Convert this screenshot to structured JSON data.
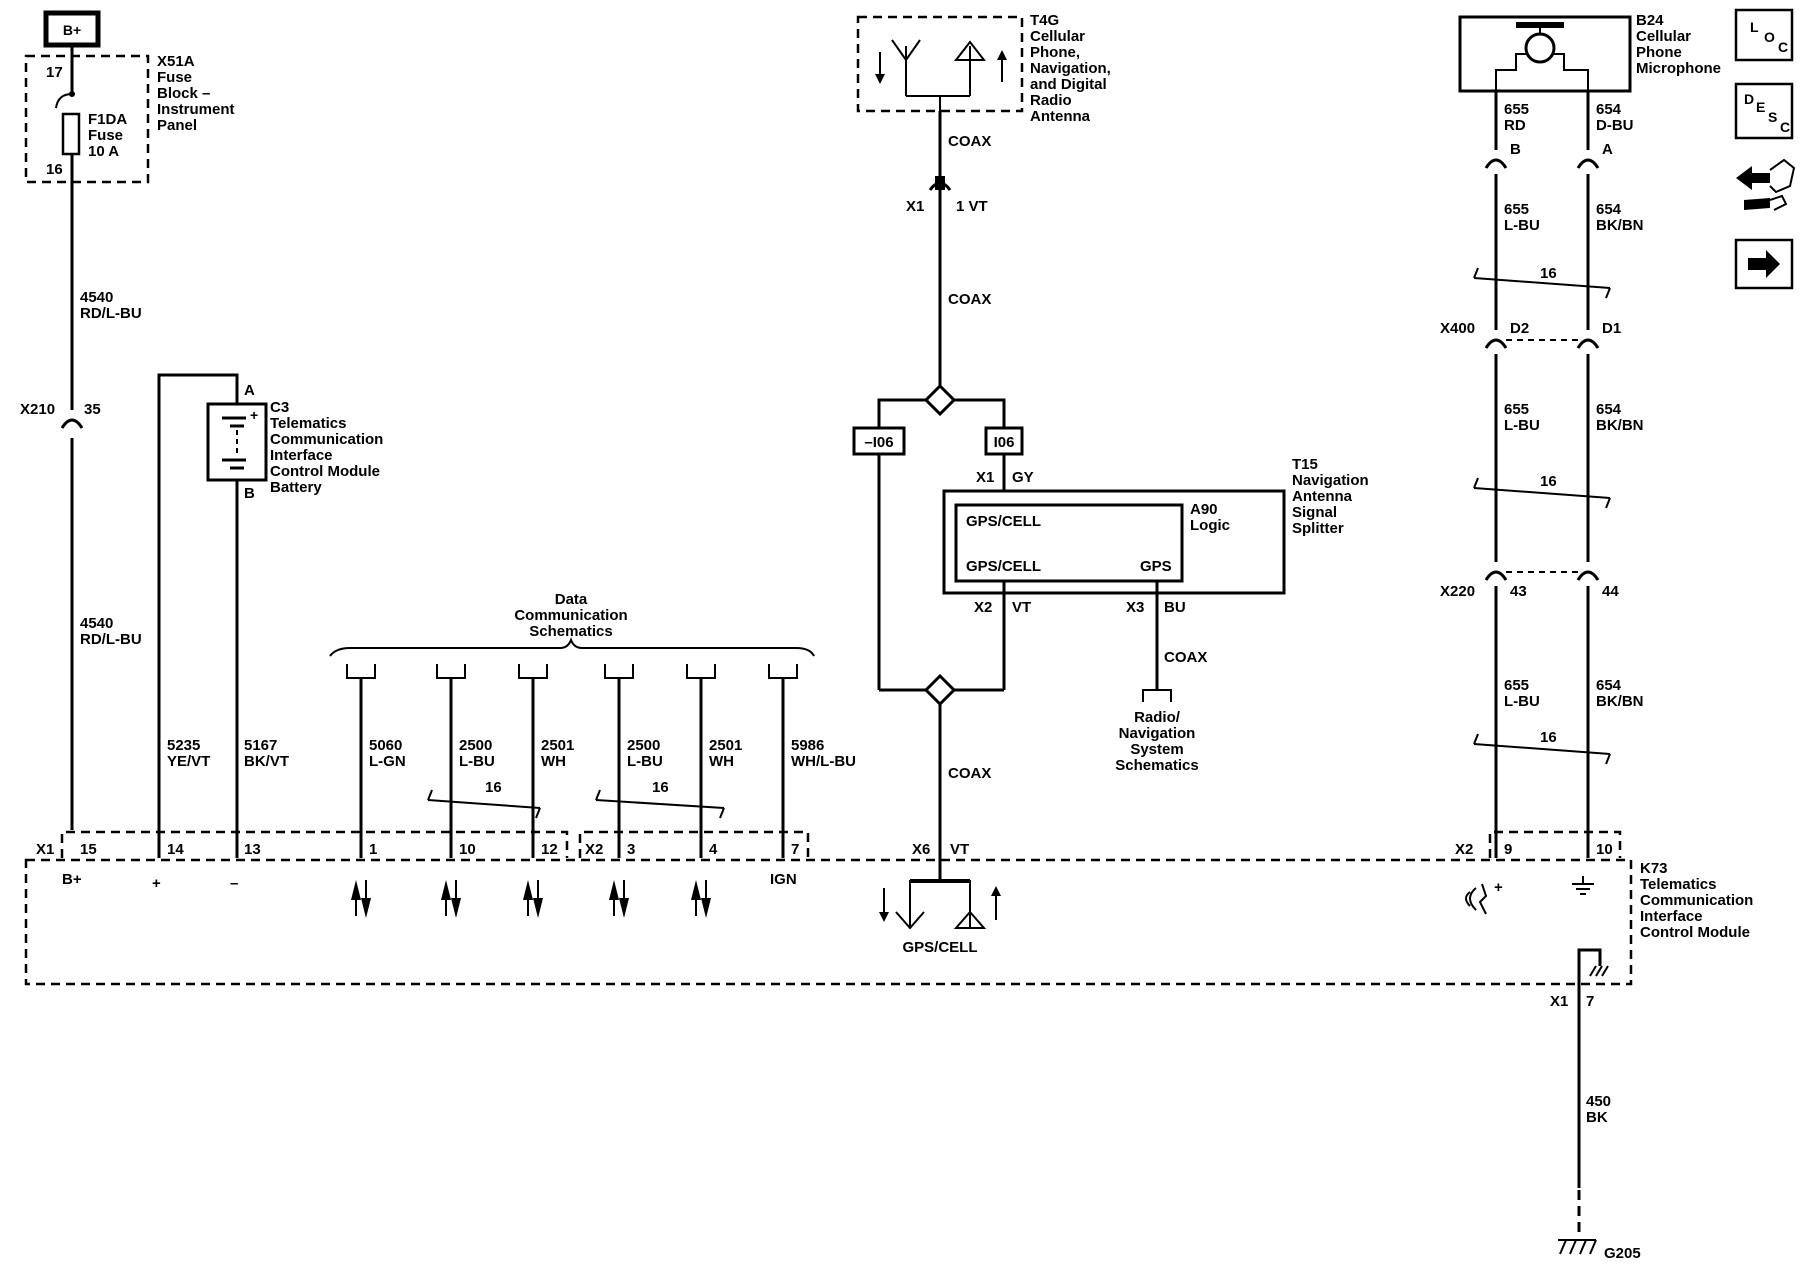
{
  "fuse": {
    "bplus": "B+",
    "block_id": "X51A",
    "block_name": [
      "Fuse",
      "Block –",
      "Instrument",
      "Panel"
    ],
    "pin_in": "17",
    "pin_out": "16",
    "fuse_id": "F1DA",
    "fuse_word": "Fuse",
    "fuse_rating": "10 A"
  },
  "left_wire": {
    "circuit": "4540",
    "color": "RD/L-BU",
    "conn": "X210",
    "conn_pin": "35"
  },
  "battery": {
    "id": "C3",
    "name": [
      "Telematics",
      "Communication",
      "Interface",
      "Control Module",
      "Battery"
    ],
    "pin_a": "A",
    "pin_b": "B",
    "plus_circuit": "5235",
    "plus_color": "YE/VT",
    "minus_circuit": "5167",
    "minus_color": "BK/VT"
  },
  "data_comm": {
    "title": [
      "Data",
      "Communication",
      "Schematics"
    ],
    "wires": [
      {
        "circuit": "5060",
        "color": "L-GN",
        "pin": "1"
      },
      {
        "circuit": "2500",
        "color": "L-BU",
        "pin": "10"
      },
      {
        "circuit": "2501",
        "color": "WH",
        "pin": "12"
      },
      {
        "circuit": "2500",
        "color": "L-BU",
        "pin": "3"
      },
      {
        "circuit": "2501",
        "color": "WH",
        "pin": "4"
      },
      {
        "circuit": "5986",
        "color": "WH/L-BU",
        "pin": "7"
      }
    ],
    "twist": "16"
  },
  "module": {
    "id": "K73",
    "name": [
      "Telematics",
      "Communication",
      "Interface",
      "Control Module"
    ],
    "x1": "X1",
    "x2": "X2",
    "x6": "X6",
    "pin_bplus": "15",
    "pin_plus": "14",
    "pin_minus": "13",
    "lbl_bplus": "B+",
    "lbl_plus": "+",
    "lbl_minus": "–",
    "lbl_ign": "IGN",
    "x6_color": "VT",
    "gps_cell": "GPS/CELL",
    "mic_plus": "+",
    "ground_conn": "X1",
    "ground_pin": "7",
    "ground_circuit": "450",
    "ground_color": "BK",
    "ground_id": "G205"
  },
  "antenna": {
    "id": "T4G",
    "name": [
      "Cellular",
      "Phone,",
      "Navigation,",
      "and Digital",
      "Radio",
      "Antenna"
    ],
    "coax": "COAX",
    "x1": "X1",
    "x1_pin": "1 VT"
  },
  "splitter": {
    "id": "T15",
    "name": [
      "Navigation",
      "Antenna",
      "Signal",
      "Splitter"
    ],
    "logic_id": "A90",
    "logic_name": "Logic",
    "gps_cell_top": "GPS/CELL",
    "gps_cell_bottom": "GPS/CELL",
    "gps": "GPS",
    "x1": "X1",
    "x1_color": "GY",
    "x2": "X2",
    "x2_color": "VT",
    "x3": "X3",
    "x3_color": "BU",
    "tag_left": "–I06",
    "tag_right": "I06",
    "coax_out": "COAX",
    "radio_ref": [
      "Radio/",
      "Navigation",
      "System",
      "Schematics"
    ]
  },
  "mic": {
    "id": "B24",
    "name": [
      "Cellular",
      "Phone",
      "Microphone"
    ],
    "left_top": {
      "circuit": "655",
      "color": "RD",
      "pin": "B"
    },
    "right_top": {
      "circuit": "654",
      "color": "D-BU",
      "pin": "A"
    },
    "left_wire": {
      "circuit": "655",
      "color": "L-BU"
    },
    "right_wire": {
      "circuit": "654",
      "color": "BK/BN"
    },
    "twist": "16",
    "x400": "X400",
    "x400_left": "D2",
    "x400_right": "D1",
    "x220": "X220",
    "x220_left": "43",
    "x220_right": "44",
    "x2": "X2",
    "pin_left": "9",
    "pin_right": "10"
  },
  "side_buttons": [
    {
      "icon": "loc-icon",
      "label": "LOC"
    },
    {
      "icon": "desc-icon",
      "label": "DESC"
    },
    {
      "icon": "connector-view-icon",
      "label": ""
    },
    {
      "icon": "arrow-right-icon",
      "label": ""
    }
  ]
}
